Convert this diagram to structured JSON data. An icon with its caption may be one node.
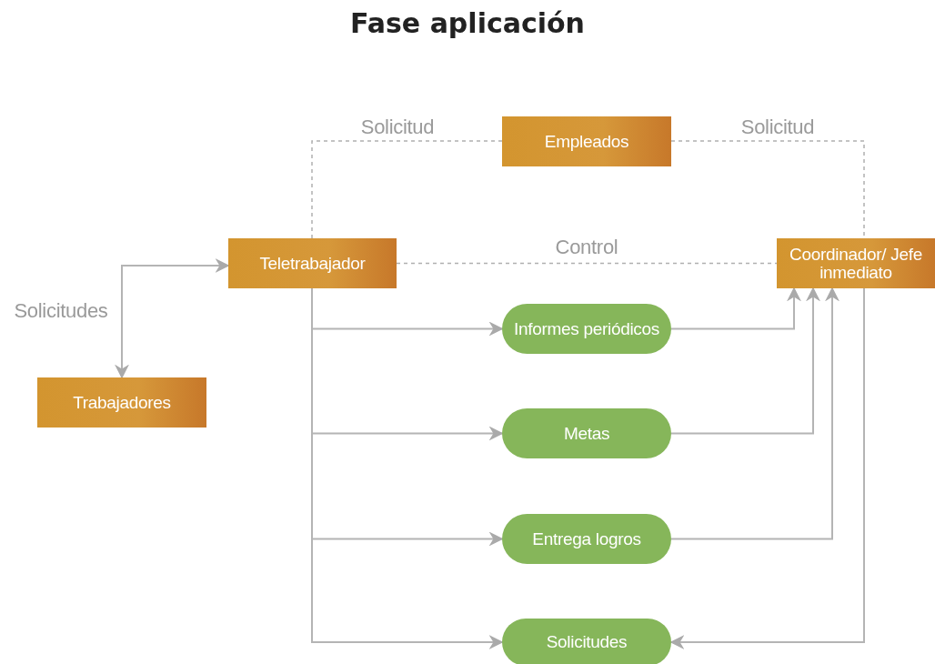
{
  "diagram": {
    "title": "Fase aplicación",
    "nodes": [
      {
        "text": [
          "Empleados"
        ]
      },
      {
        "text": [
          "Teletrabajador"
        ]
      },
      {
        "text": [
          "Coordinador/ Jefe inmediato"
        ]
      },
      {
        "text": [
          "Trabajadores"
        ]
      },
      {
        "text": [
          "Informes periódicos"
        ]
      },
      {
        "text": [
          "Metas"
        ]
      },
      {
        "text": [
          "Entrega logros"
        ]
      },
      {
        "text": [
          "Solicitudes"
        ]
      }
    ],
    "edges": [
      {
        "from": 1,
        "to": 0,
        "arrow": "none",
        "label": "Solicitud",
        "style": "dashed"
      },
      {
        "from": 0,
        "to": 2,
        "arrow": "none",
        "label": "Solicitud",
        "style": "dashed"
      },
      {
        "from": 1,
        "to": 2,
        "arrow": "none",
        "label": "Control",
        "style": "dashed"
      },
      {
        "from": 3,
        "to": 1,
        "arrow": "both",
        "label": "Solicitudes"
      },
      {
        "from": 1,
        "to": 4,
        "arrow": "to"
      },
      {
        "from": 1,
        "to": 5,
        "arrow": "to"
      },
      {
        "from": 1,
        "to": 6,
        "arrow": "to"
      },
      {
        "from": 1,
        "to": 7,
        "arrow": "to"
      },
      {
        "from": 4,
        "to": 2,
        "arrow": "to"
      },
      {
        "from": 5,
        "to": 2,
        "arrow": "to"
      },
      {
        "from": 6,
        "to": 2,
        "arrow": "to"
      },
      {
        "from": 2,
        "to": 7,
        "arrow": "to"
      }
    ]
  }
}
